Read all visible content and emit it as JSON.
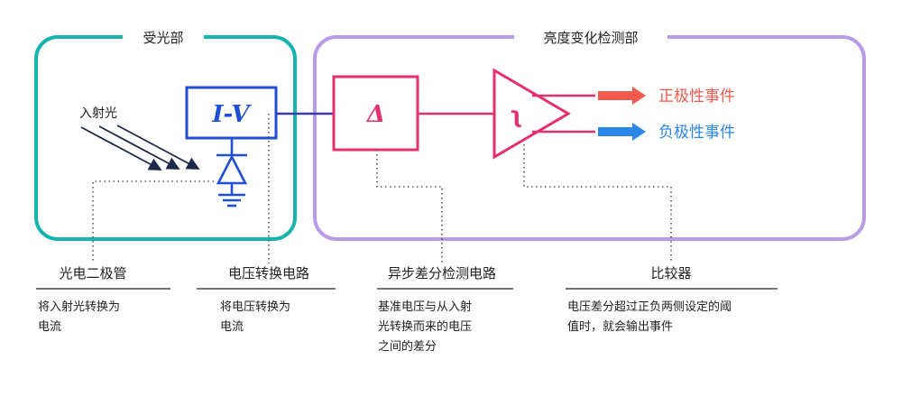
{
  "colors": {
    "receiver_box": "#17b3ad",
    "detector_box": "#b79be6",
    "iv_blue": "#1f4ed8",
    "delta_pink": "#e6306e",
    "positive_red": "#f25a4e",
    "negative_blue": "#2b86e8",
    "text": "#222222"
  },
  "sections": {
    "receiver": {
      "title": "受光部"
    },
    "detector": {
      "title": "亮度变化检测部"
    }
  },
  "incident_light": {
    "label": "入射光"
  },
  "blocks": {
    "iv": {
      "symbol": "I-V"
    },
    "delta": {
      "symbol": "Δ"
    },
    "comparator": {
      "symbol": "ʅ"
    }
  },
  "outputs": {
    "positive": {
      "label": "正极性事件"
    },
    "negative": {
      "label": "负极性事件"
    }
  },
  "components": [
    {
      "name": "光电二极管",
      "desc_lines": [
        "将入射光转换为",
        "电流"
      ]
    },
    {
      "name": "电压转换电路",
      "desc_lines": [
        "将电压转换为",
        "电流"
      ]
    },
    {
      "name": "异步差分检测电路",
      "desc_lines": [
        "基准电压与从入射",
        "光转换而来的电压",
        "之间的差分"
      ]
    },
    {
      "name": "比较器",
      "desc_lines": [
        "电压差分超过正负两侧设定的阈",
        "值时，就会输出事件"
      ]
    }
  ]
}
